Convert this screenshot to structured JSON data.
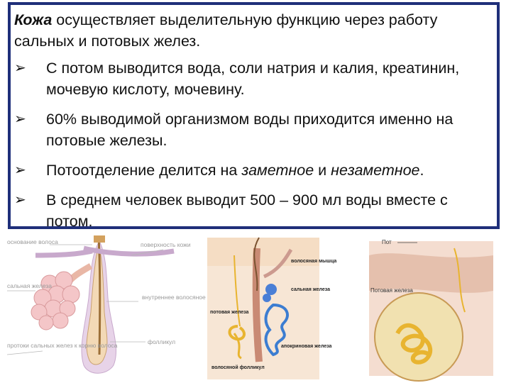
{
  "intro": {
    "term": "Кожа",
    "rest_line1": " осуществляет выделительную функцию через работу",
    "line2": "сальных и потовых желез."
  },
  "bullets": [
    {
      "text": "С потом выводится вода, соли натрия и калия, креатинин, мочевую кислоту, мочевину."
    },
    {
      "text": "60% выводимой организмом воды приходится именно на потовые железы."
    },
    {
      "text_pre": "Потоотделение делится на ",
      "em1": "заметное",
      "text_mid": " и ",
      "em2": "незаметное",
      "text_post": "."
    },
    {
      "text": "В среднем человек выводит 500 – 900 мл воды вместе с потом."
    }
  ],
  "figure_left": {
    "labels": [
      "основание волоса",
      "поверхность кожи",
      "сальная железа",
      "внутреннее волосяное влагалище",
      "фолликул",
      "протоки сальных желез к корню волоса"
    ]
  },
  "figure_middle": {
    "labels": [
      "волосяная мышца",
      "сальная железа",
      "потовая железа",
      "апокриновая железа",
      "волосяной фолликул"
    ]
  },
  "figure_right": {
    "labels": [
      "Пот",
      "Потовая железа"
    ]
  },
  "colors": {
    "border": "#1f2f7a",
    "gland_pink": "#f2c2b4",
    "hair_brown": "#c99a5a",
    "sweat_yellow": "#e8b430",
    "sebaceous_blue": "#3c7dd1"
  }
}
